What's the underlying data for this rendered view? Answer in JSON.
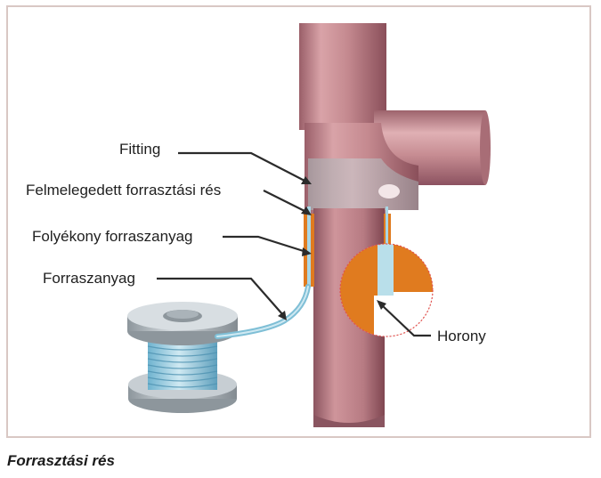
{
  "labels": {
    "fitting": "Fitting",
    "heated_gap": "Felmelegedett forrasztási rés",
    "liquid_solder": "Folyékony forraszanyag",
    "solder": "Forraszanyag",
    "groove": "Horony"
  },
  "caption": "Forrasztási rés",
  "colors": {
    "pipe": "#c0868c",
    "pipe_dark": "#8f5660",
    "pipe_light": "#e6b9bc",
    "solder_liquid": "#e07b1f",
    "solder_wire": "#a9d6e5",
    "spool": "#b9c2c8",
    "frame": "#d9c8c4"
  }
}
